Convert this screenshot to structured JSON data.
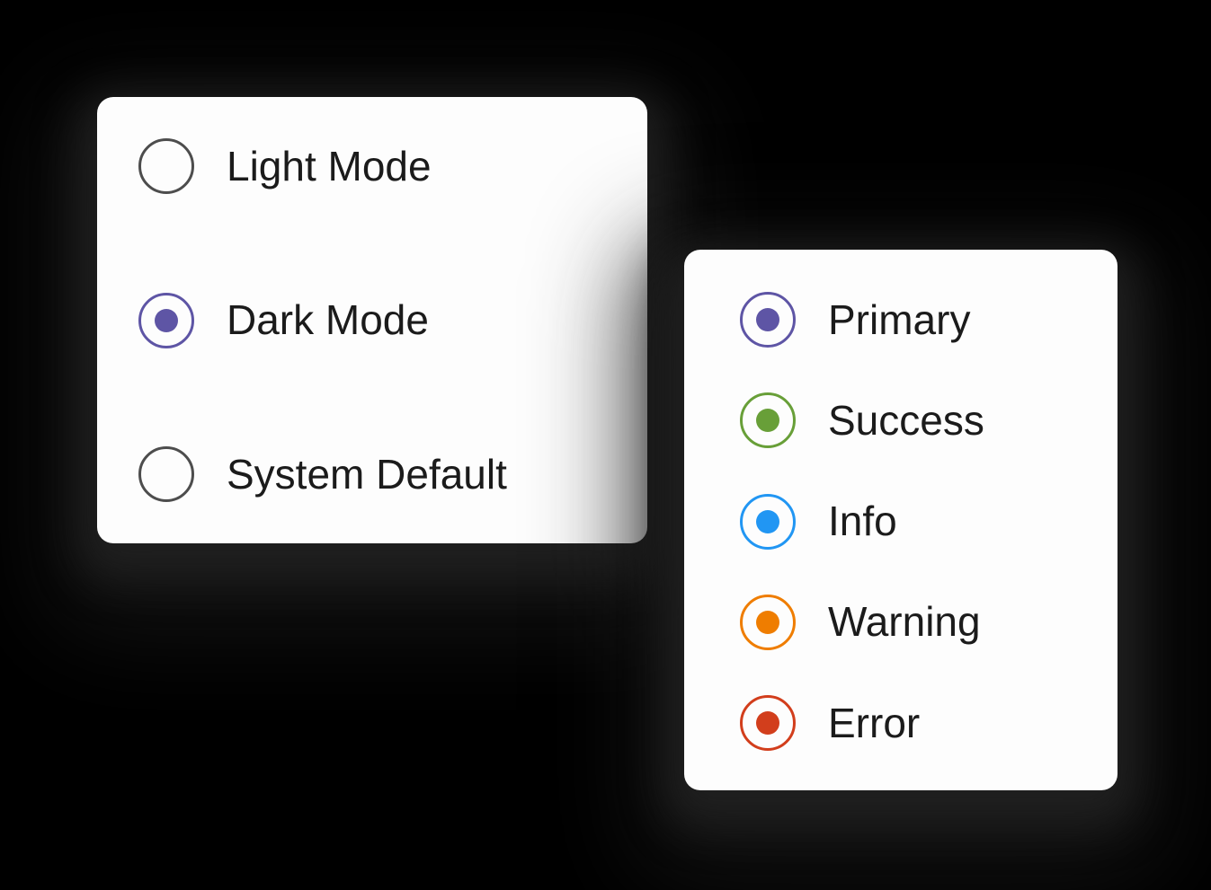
{
  "background_color": "#000000",
  "card_color": "#fdfdfd",
  "text_color": "#1b1b1b",
  "unselected_ring_color": "#4d4d4d",
  "theme_card": {
    "options": [
      {
        "label": "Light Mode",
        "selected": false,
        "color": "#5e55a5"
      },
      {
        "label": "Dark Mode",
        "selected": true,
        "color": "#5e55a5"
      },
      {
        "label": "System Default",
        "selected": false,
        "color": "#5e55a5"
      }
    ]
  },
  "status_card": {
    "options": [
      {
        "label": "Primary",
        "selected": true,
        "color": "#5e55a5"
      },
      {
        "label": "Success",
        "selected": true,
        "color": "#689f38"
      },
      {
        "label": "Info",
        "selected": true,
        "color": "#2196f3"
      },
      {
        "label": "Warning",
        "selected": true,
        "color": "#ef7d00"
      },
      {
        "label": "Error",
        "selected": true,
        "color": "#d23e1c"
      }
    ]
  }
}
